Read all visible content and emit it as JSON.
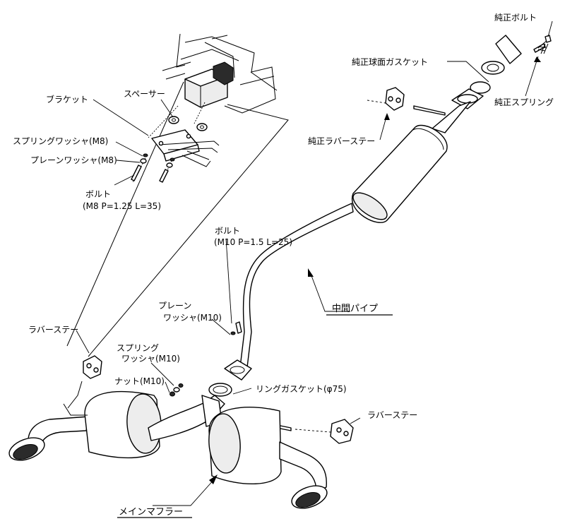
{
  "labels": {
    "genuine_bolt": "純正ボルト",
    "genuine_ball_gasket": "純正球面ガスケット",
    "genuine_spring": "純正スプリング",
    "genuine_rubber_stay": "純正ラバーステー",
    "bracket": "ブラケット",
    "spacer": "スペーサー",
    "spring_washer_m8": "スプリングワッシャ(M8)",
    "plain_washer_m8": "プレーンワッシャ(M8)",
    "bolt_m8": "ボルト",
    "bolt_m8_spec": "(M8 P=1.25 L=35)",
    "bolt_m10": "ボルト",
    "bolt_m10_spec": "(M10 P=1.5 L=25)",
    "mid_pipe": "中間パイプ",
    "plain_washer_m10_line1": "プレーン",
    "plain_washer_m10_line2": "ワッシャ(M10)",
    "rubber_stay_left": "ラバーステー",
    "spring_washer_m10_line1": "スプリング",
    "spring_washer_m10_line2": "ワッシャ(M10)",
    "nut_m10": "ナット(M10)",
    "ring_gasket": "リングガスケット(φ75)",
    "rubber_stay_right": "ラバーステー",
    "main_muffler": "メインマフラー"
  }
}
